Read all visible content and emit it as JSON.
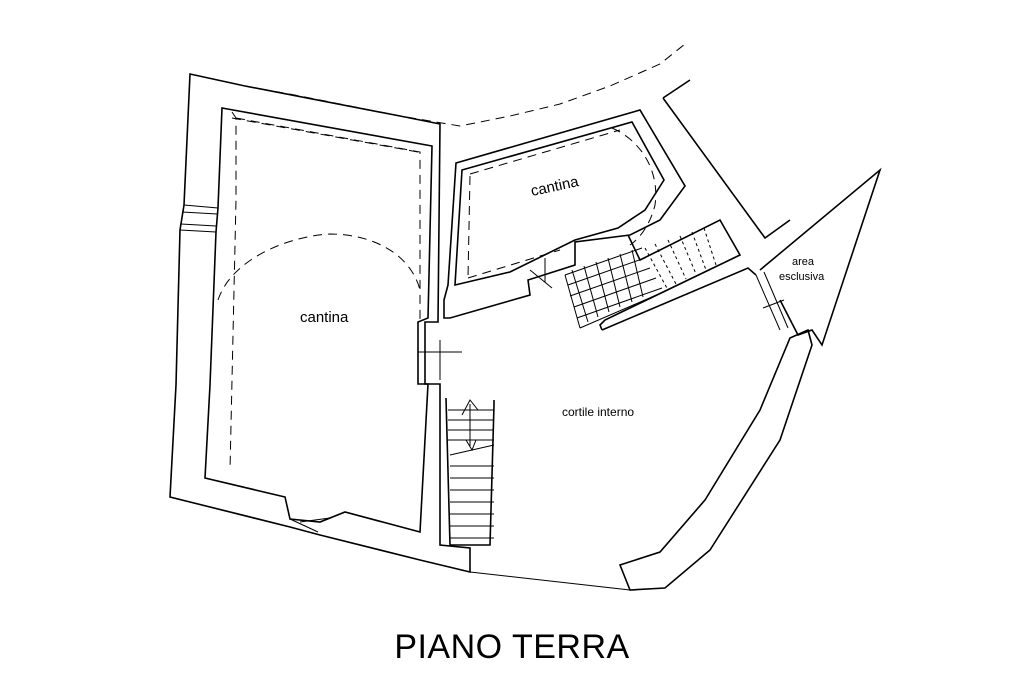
{
  "title": "PIANO TERRA",
  "rooms": {
    "cantina_left": "cantina",
    "cantina_top": "cantina",
    "cortile": "cortile interno",
    "area_line1": "area",
    "area_line2": "esclusiva"
  }
}
